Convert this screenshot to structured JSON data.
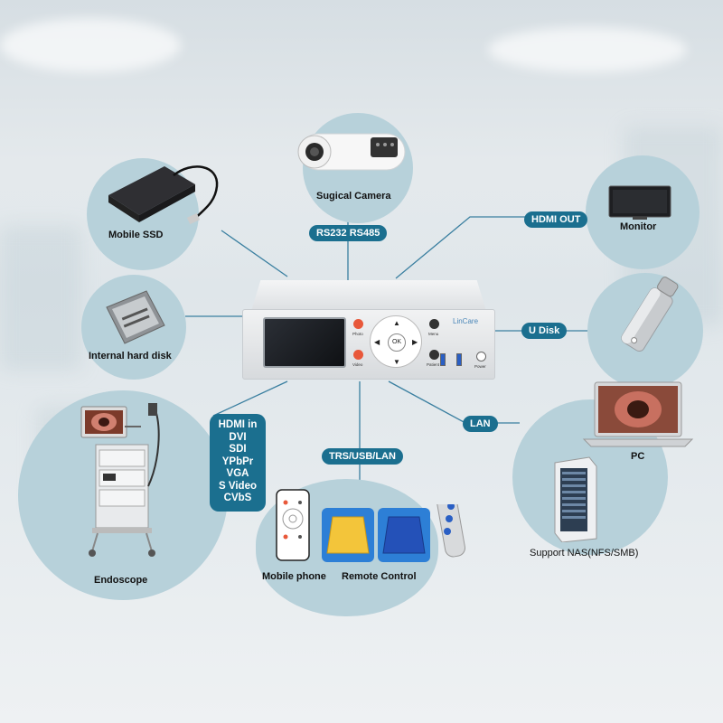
{
  "nodes": {
    "camera": "Sugical Camera",
    "mobile_ssd": "Mobile SSD",
    "monitor": "Monitor",
    "internal_hdd": "Internal hard disk",
    "u_disk_device": "U Disk",
    "pc": "PC",
    "nas": "Support NAS(NFS/SMB)",
    "endoscope": "Endoscope",
    "mobile_phone": "Mobile phone",
    "remote_control": "Remote Control"
  },
  "connections": {
    "rs232": "RS232 RS485",
    "hdmi_out": "HDMI OUT",
    "u_disk": "U Disk",
    "lan": "LAN",
    "trs_usb_lan": "TRS/USB/LAN",
    "inputs": [
      "HDMI in",
      "DVI",
      "SDI",
      "YPbPr",
      "VGA",
      "S Video",
      "CVbS"
    ]
  },
  "unit": {
    "brand": "LinCare",
    "ok": "OK",
    "photo": "Photo",
    "menu": "Menu",
    "video": "Video",
    "patient": "Patient",
    "power": "Power"
  },
  "colors": {
    "accent": "#1b6f8f",
    "circle": "#b7d1da",
    "line": "#3a7fa0"
  }
}
